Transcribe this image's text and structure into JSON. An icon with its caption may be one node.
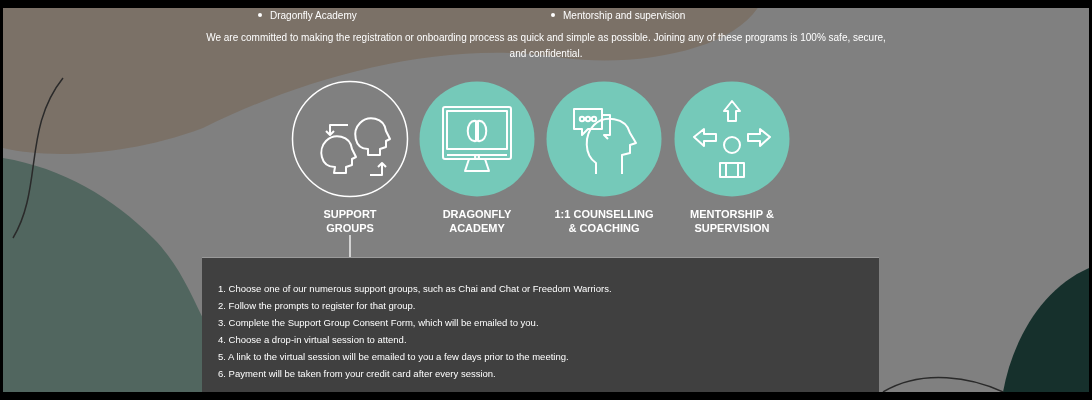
{
  "diagram": {
    "nodes": [
      {
        "text": [
          "SUPPORT GROUPS"
        ]
      },
      {
        "text": [
          "DRAGONFLY ACADEMY"
        ]
      },
      {
        "text": [
          "1:1 COUNSELLING & COACHING"
        ]
      },
      {
        "text": [
          "MENTORSHIP & SUPERVISION"
        ]
      },
      {
        "text": [
          "1. Choose one of our numerous support groups, such as Chai and Chat or Freedom Warriors.",
          "2. Follow the prompts to register for that group.",
          "3. Complete the Support Group Consent Form, which will be emailed to you.",
          "4. Choose a drop-in virtual session to attend.",
          "5. A link to the virtual session will be emailed to you a few days prior to the meeting.",
          "6. Payment will be taken from your credit card after every session."
        ]
      }
    ],
    "edges": [
      {
        "from": 0,
        "to": 4,
        "arrow": "none"
      }
    ],
    "labels": [
      "Dragonfly Academy",
      "Mentorship and supervision",
      "We are committed to making the registration or onboarding process as quick and simple as possible. Joining any of these programs is 100% safe, secure, and confidential."
    ]
  }
}
